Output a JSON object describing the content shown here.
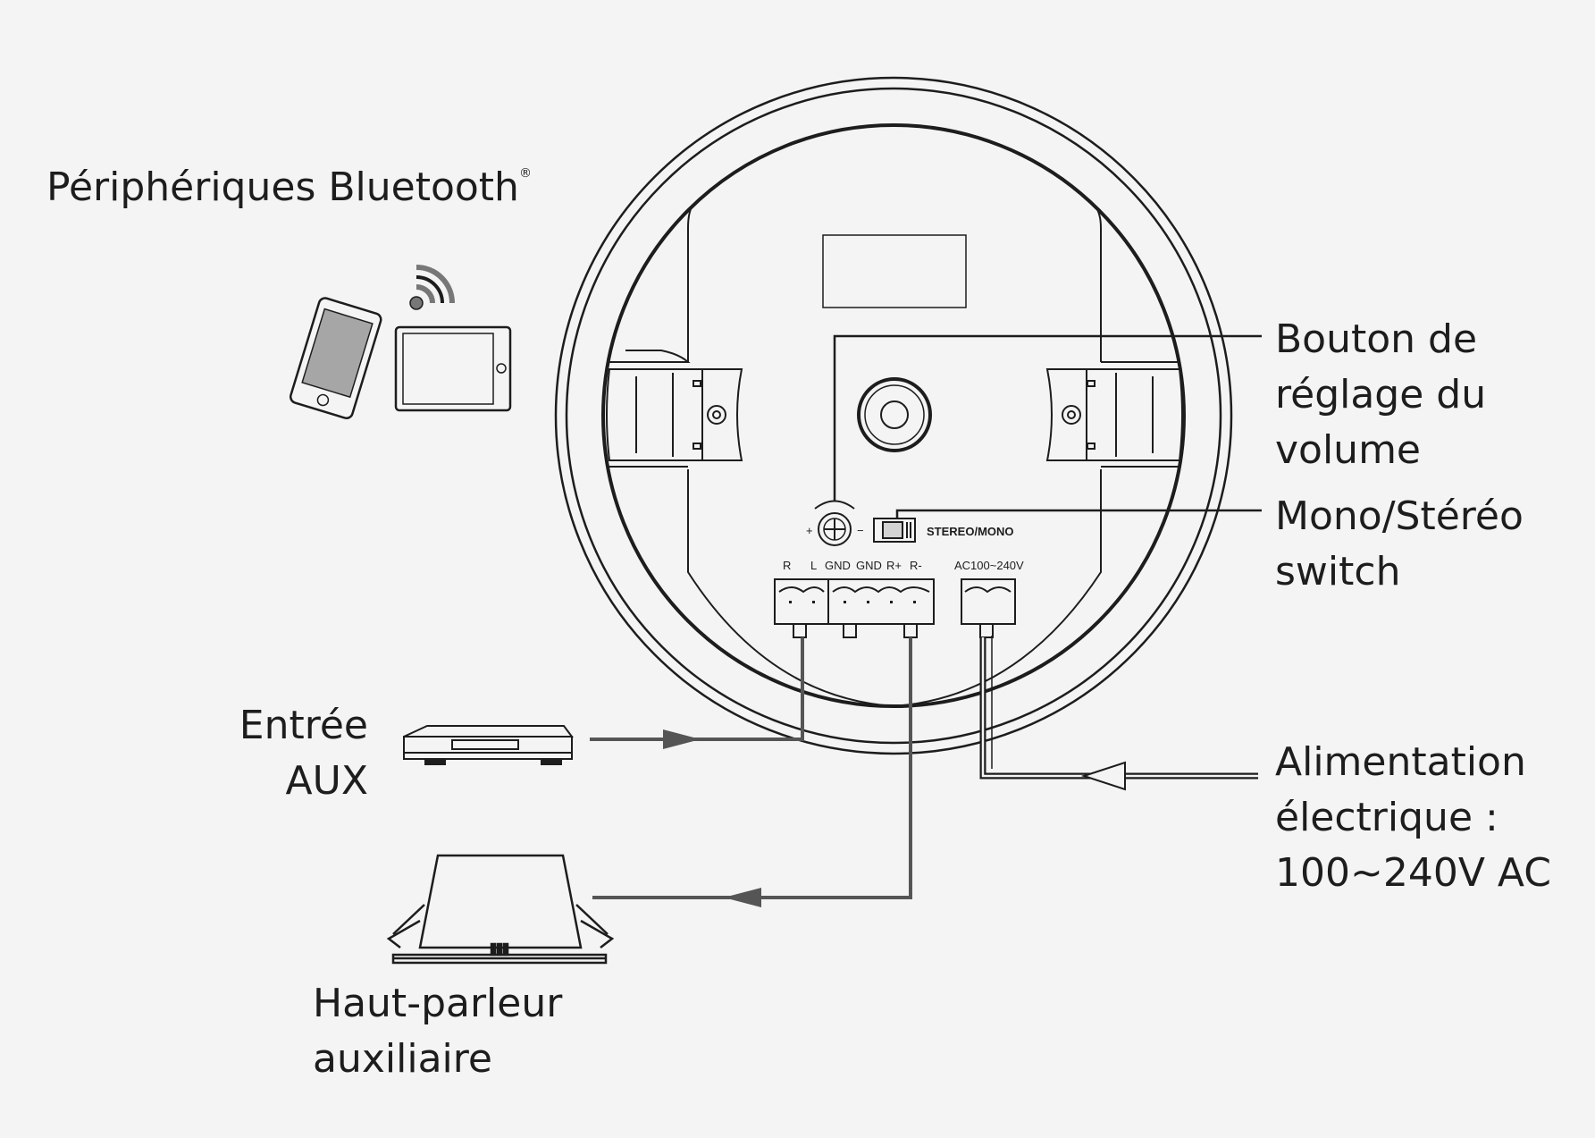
{
  "labels": {
    "bluetooth": {
      "text": "Périphériques Bluetooth",
      "mark": "®"
    },
    "volume": [
      "Bouton de",
      "réglage du",
      "volume"
    ],
    "mono_stereo": [
      "Mono/Stéréo",
      "switch"
    ],
    "aux_input": [
      "Entrée",
      "AUX"
    ],
    "power": [
      "Alimentation",
      "électrique :",
      "100~240V AC"
    ],
    "aux_speaker": [
      "Haut-parleur",
      "auxiliaire"
    ]
  },
  "panel": {
    "switch_label": "STEREO/MONO",
    "volume_plus": "+",
    "volume_minus": "−",
    "terminals": [
      "R",
      "L",
      "GND",
      "GND",
      "R+",
      "R-"
    ],
    "power_terminal": "AC100~240V"
  },
  "icons": [
    "smartphone-icon",
    "tablet-icon",
    "wireless-signal-icon",
    "media-player-icon",
    "auxiliary-speaker-icon",
    "arrow-icon"
  ]
}
